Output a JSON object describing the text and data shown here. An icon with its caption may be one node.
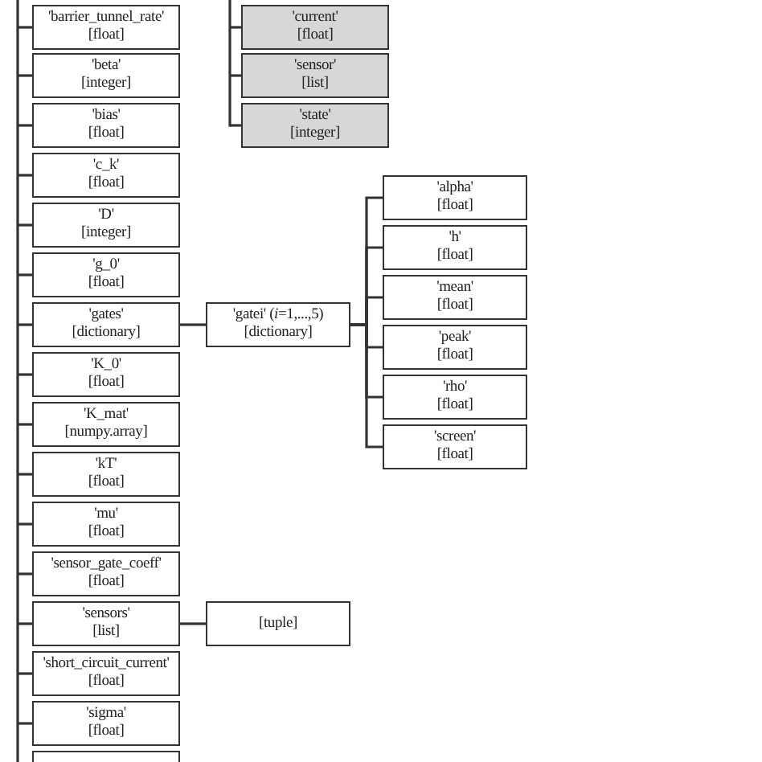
{
  "diagram": {
    "nodes": [
      {
        "text": [
          "'barrier_tunnel_rate'",
          "[float]"
        ]
      },
      {
        "text": [
          "'beta'",
          "[integer]"
        ]
      },
      {
        "text": [
          "'bias'",
          "[float]"
        ]
      },
      {
        "text": [
          "'c_k'",
          "[float]"
        ]
      },
      {
        "text": [
          "'D'",
          "[integer]"
        ]
      },
      {
        "text": [
          "'g_0'",
          "[float]"
        ]
      },
      {
        "text": [
          "'gates'",
          "[dictionary]"
        ]
      },
      {
        "text": [
          "'K_0'",
          "[float]"
        ]
      },
      {
        "text": [
          "'K_mat'",
          "[numpy.array]"
        ]
      },
      {
        "text": [
          "'kT'",
          "[float]"
        ]
      },
      {
        "text": [
          "'mu'",
          "[float]"
        ]
      },
      {
        "text": [
          "'sensor_gate_coeff'",
          "[float]"
        ]
      },
      {
        "text": [
          "'sensors'",
          "[list]"
        ]
      },
      {
        "text": [
          "'short_circuit_current'",
          "[float]"
        ]
      },
      {
        "text": [
          "'sigma'",
          "[float]"
        ]
      },
      {
        "text": [],
        "shape": "box"
      },
      {
        "text": [
          "'current'",
          "[float]"
        ]
      },
      {
        "text": [
          "'sensor'",
          "[list]"
        ]
      },
      {
        "text": [
          "'state'",
          "[integer]"
        ]
      },
      {
        "text": [
          "'gatei' (*i*=1,...,5)",
          "[dictionary]"
        ]
      },
      {
        "text": [
          "'alpha'",
          "[float]"
        ]
      },
      {
        "text": [
          "'h'",
          "[float]"
        ]
      },
      {
        "text": [
          "'mean'",
          "[float]"
        ]
      },
      {
        "text": [
          "'peak'",
          "[float]"
        ]
      },
      {
        "text": [
          "'rho'",
          "[float]"
        ]
      },
      {
        "text": [
          "'screen'",
          "[float]"
        ]
      },
      {
        "text": [
          "[tuple]"
        ]
      }
    ],
    "edges": [
      {
        "from": null,
        "to": 0,
        "arrow": "none"
      },
      {
        "from": null,
        "to": 1,
        "arrow": "none"
      },
      {
        "from": null,
        "to": 2,
        "arrow": "none"
      },
      {
        "from": null,
        "to": 3,
        "arrow": "none"
      },
      {
        "from": null,
        "to": 4,
        "arrow": "none"
      },
      {
        "from": null,
        "to": 5,
        "arrow": "none"
      },
      {
        "from": null,
        "to": 6,
        "arrow": "none"
      },
      {
        "from": null,
        "to": 7,
        "arrow": "none"
      },
      {
        "from": null,
        "to": 8,
        "arrow": "none"
      },
      {
        "from": null,
        "to": 9,
        "arrow": "none"
      },
      {
        "from": null,
        "to": 10,
        "arrow": "none"
      },
      {
        "from": null,
        "to": 11,
        "arrow": "none"
      },
      {
        "from": null,
        "to": 12,
        "arrow": "none"
      },
      {
        "from": null,
        "to": 13,
        "arrow": "none"
      },
      {
        "from": null,
        "to": 14,
        "arrow": "none"
      },
      {
        "from": null,
        "to": 16,
        "arrow": "none"
      },
      {
        "from": null,
        "to": 17,
        "arrow": "none"
      },
      {
        "from": null,
        "to": 18,
        "arrow": "none"
      },
      {
        "from": 6,
        "to": 19,
        "arrow": "none"
      },
      {
        "from": 19,
        "to": 20,
        "arrow": "none"
      },
      {
        "from": 19,
        "to": 21,
        "arrow": "none"
      },
      {
        "from": 19,
        "to": 22,
        "arrow": "none"
      },
      {
        "from": 19,
        "to": 23,
        "arrow": "none"
      },
      {
        "from": 19,
        "to": 24,
        "arrow": "none"
      },
      {
        "from": 19,
        "to": 25,
        "arrow": "none"
      },
      {
        "from": 12,
        "to": 26,
        "arrow": "none"
      }
    ]
  }
}
